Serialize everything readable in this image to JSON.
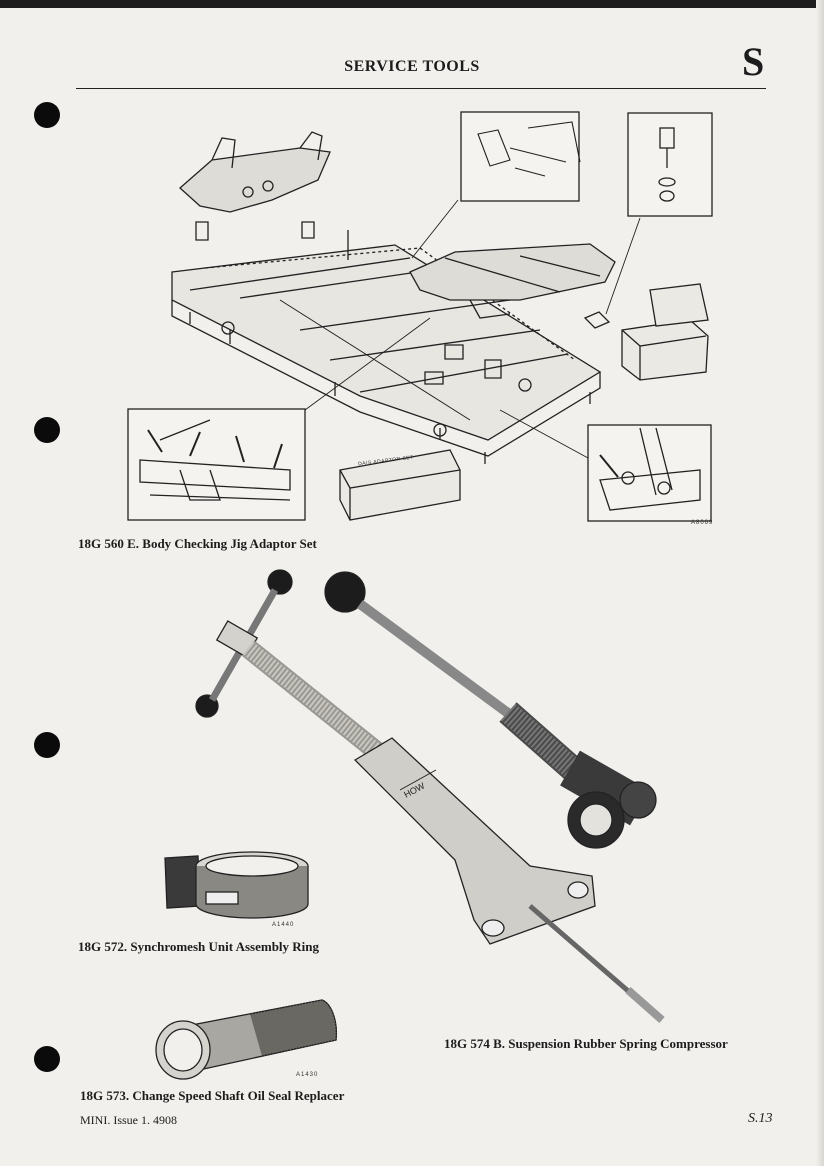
{
  "header": {
    "title": "SERVICE TOOLS",
    "section_letter": "S"
  },
  "figures": [
    {
      "caption": "18G 560 E. Body Checking Jig Adaptor Set",
      "code": "A8069",
      "box_label": "DAIS ADAPTOR SET"
    },
    {
      "caption": "18G 572. Synchromesh Unit Assembly Ring",
      "code": "A1440"
    },
    {
      "caption": "18G 574 B. Suspension Rubber Spring Compressor"
    },
    {
      "caption": "18G 573. Change Speed Shaft Oil Seal Replacer",
      "code": "A1430"
    }
  ],
  "footer": {
    "left": "MINI.   Issue 1.   4908",
    "page_number": "S.13"
  },
  "colors": {
    "paper": "#f1f0ec",
    "ink": "#1c1c1c"
  }
}
